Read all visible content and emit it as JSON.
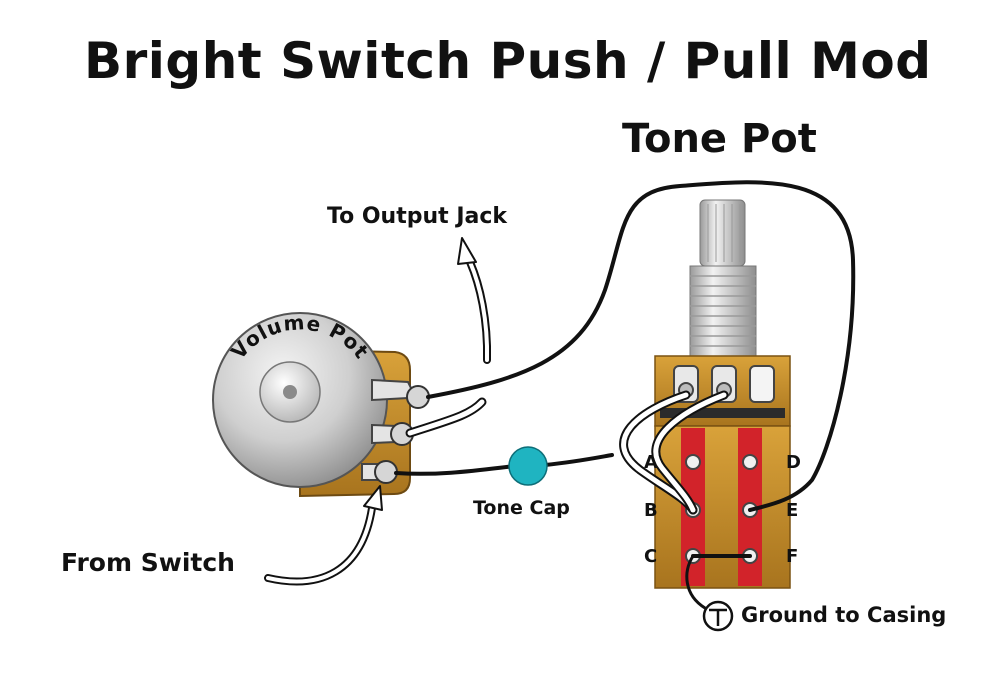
{
  "title": "Bright Switch Push / Pull Mod",
  "tone_pot_label": "Tone Pot",
  "volume_pot_label": "Volume Pot",
  "labels": {
    "to_output_jack": "To Output Jack",
    "from_switch": "From Switch",
    "tone_cap": "Tone Cap",
    "ground_to_casing": "Ground to Casing"
  },
  "lugs": [
    "A",
    "B",
    "C",
    "D",
    "E",
    "F"
  ],
  "colors": {
    "wire": "#111111",
    "cap": "#1fb4c1",
    "switch_body": "#c8902c",
    "switch_strip": "#d2232a",
    "shaft": "#bdbdbd"
  }
}
